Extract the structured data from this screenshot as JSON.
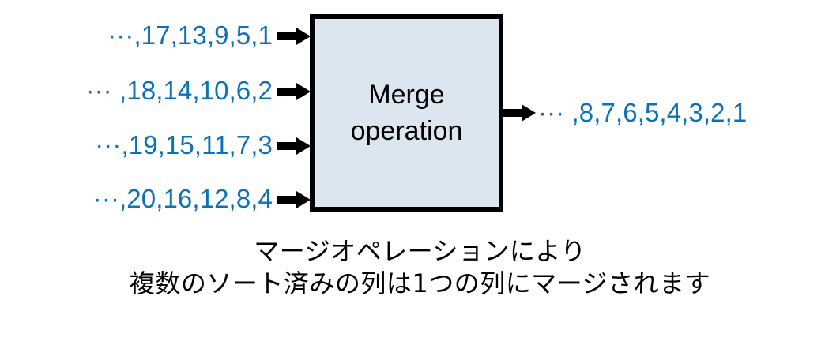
{
  "diagram": {
    "background_color": "#ffffff",
    "accent_color": "#0e71b8",
    "box_fill_color": "#dce6f1",
    "box_border_color": "#000000",
    "inputs": [
      {
        "text": "···,17,13,9,5,1"
      },
      {
        "text": "··· ,18,14,10,6,2"
      },
      {
        "text": "···,19,15,11,7,3"
      },
      {
        "text": "···,20,16,12,8,4"
      }
    ],
    "box": {
      "line1": "Merge",
      "line2": "operation"
    },
    "output": {
      "text": "··· ,8,7,6,5,4,3,2,1"
    },
    "caption": {
      "line1": "マージオペレーションにより",
      "line2": "複数のソート済みの列は1つの列にマージされます"
    }
  }
}
